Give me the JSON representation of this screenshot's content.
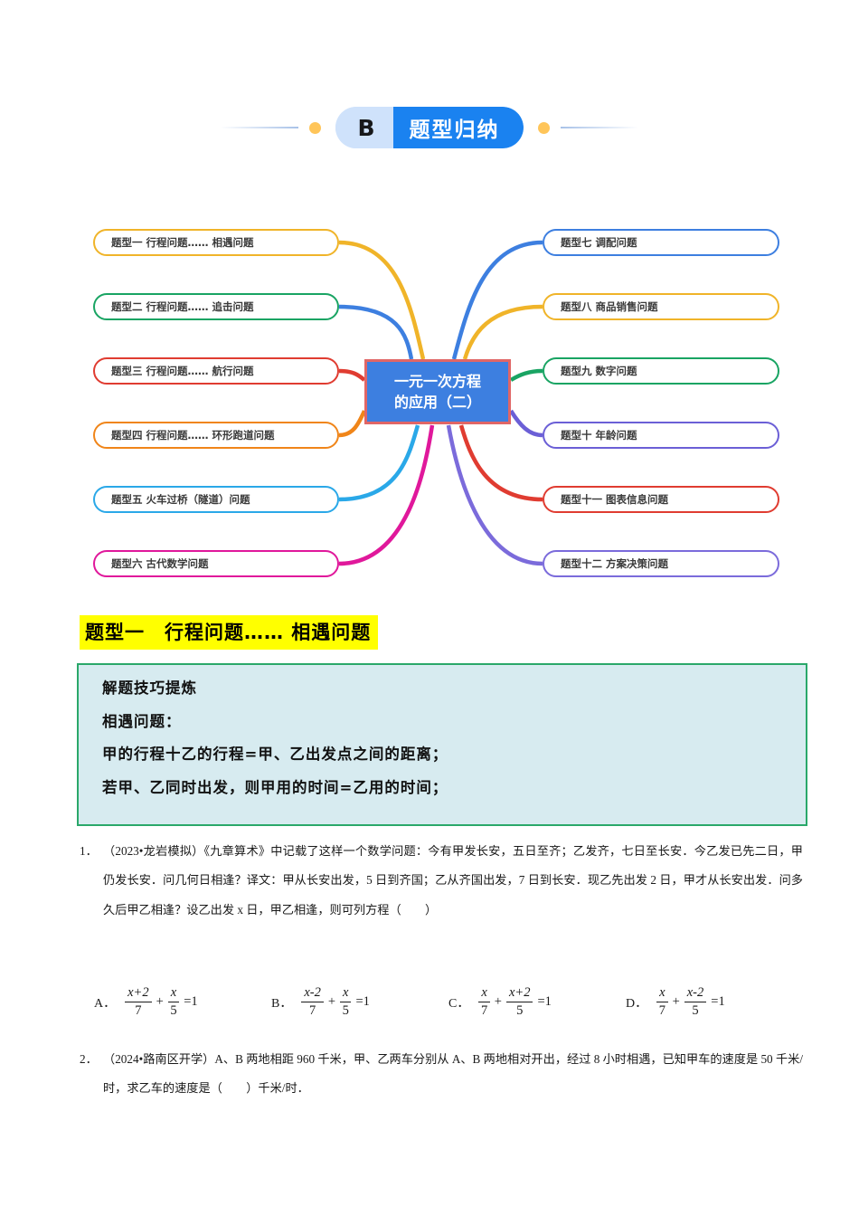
{
  "header": {
    "badge_letter": "B",
    "badge_title": "题型归纳",
    "left_dot": "decorative-dot",
    "right_dot": "decorative-dot"
  },
  "mindmap": {
    "center_line1": "一元一次方程",
    "center_line2": "的应用（二）",
    "center_bg": "#3d7fe0",
    "center_border": "#e06666",
    "left_nodes": [
      {
        "label": "题型一  行程问题…… 相遇问题",
        "color": "#f0b429"
      },
      {
        "label": "题型二  行程问题…… 追击问题",
        "color": "#19a463"
      },
      {
        "label": "题型三  行程问题…… 航行问题",
        "color": "#e03c31"
      },
      {
        "label": "题型四  行程问题…… 环形跑道问题",
        "color": "#f08519"
      },
      {
        "label": "题型五  火车过桥（隧道）问题",
        "color": "#2aa8e8"
      },
      {
        "label": "题型六   古代数学问题",
        "color": "#e0189b"
      }
    ],
    "right_nodes": [
      {
        "label": "题型七   调配问题",
        "color": "#3d7fe0"
      },
      {
        "label": "题型八  商品销售问题",
        "color": "#f0b429"
      },
      {
        "label": "题型九  数字问题",
        "color": "#19a463"
      },
      {
        "label": "题型十   年龄问题",
        "color": "#6b5fd6"
      },
      {
        "label": "题型十一  图表信息问题",
        "color": "#e03c31"
      },
      {
        "label": "题型十二   方案决策问题",
        "color": "#7b6bdb"
      }
    ]
  },
  "section": {
    "heading": "题型一　行程问题…… 相遇问题",
    "highlight_color": "#ffff00"
  },
  "tipbox": {
    "border_color": "#2aa86a",
    "background_color": "#d7ebf0",
    "lines": [
      "解题技巧提炼",
      "相遇问题：",
      "甲的行程十乙的行程=甲、乙出发点之间的距离；",
      "若甲、乙同时出发，则甲用的时间=乙用的时间；"
    ]
  },
  "questions": [
    {
      "number": "1．",
      "text": "（2023•龙岩模拟）《九章算术》中记载了这样一个数学问题：今有甲发长安，五日至齐；乙发齐，七日至长安．今乙发已先二日，甲仍发长安．问几何日相逢？译文：甲从长安出发，5 日到齐国；乙从齐国出发，7 日到长安．现乙先出发 2 日，甲才从长安出发．问多久后甲乙相逢？设乙出发 x 日，甲乙相逢，则可列方程（　　）",
      "options": [
        {
          "label": "A．",
          "n1": "x+2",
          "d1": "7",
          "op": "+",
          "n2": "x",
          "d2": "5",
          "rhs": "=1"
        },
        {
          "label": "B．",
          "n1": "x-2",
          "d1": "7",
          "op": "+",
          "n2": "x",
          "d2": "5",
          "rhs": "=1"
        },
        {
          "label": "C．",
          "n1": "x",
          "d1": "7",
          "op": "+",
          "n2": "x+2",
          "d2": "5",
          "rhs": "=1"
        },
        {
          "label": "D．",
          "n1": "x",
          "d1": "7",
          "op": "+",
          "n2": "x-2",
          "d2": "5",
          "rhs": "=1"
        }
      ]
    },
    {
      "number": "2．",
      "text": "（2024•路南区开学）A、B 两地相距 960 千米，甲、乙两车分别从 A、B 两地相对开出，经过 8 小时相遇，已知甲车的速度是 50 千米/时，求乙车的速度是（　　）千米/时．"
    }
  ]
}
